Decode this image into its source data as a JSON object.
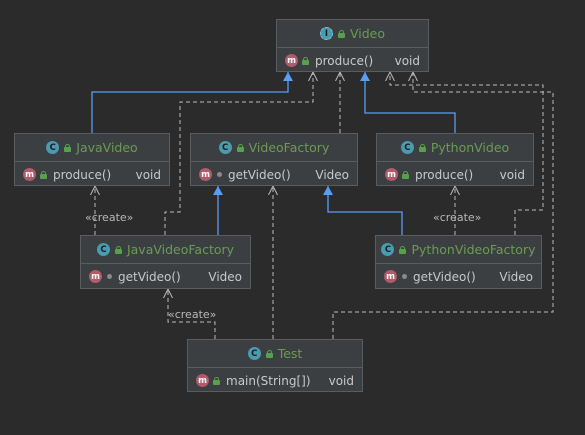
{
  "nodes": {
    "video": {
      "name": "Video",
      "kind": "interface",
      "method": "produce()",
      "return": "void"
    },
    "java_video": {
      "name": "JavaVideo",
      "kind": "class",
      "method": "produce()",
      "return": "void"
    },
    "video_factory": {
      "name": "VideoFactory",
      "kind": "abstract class",
      "method": "getVideo()",
      "return": "Video"
    },
    "python_video": {
      "name": "PythonVideo",
      "kind": "class",
      "method": "produce()",
      "return": "void"
    },
    "java_video_factory": {
      "name": "JavaVideoFactory",
      "kind": "class",
      "method": "getVideo()",
      "return": "Video"
    },
    "python_video_factory": {
      "name": "PythonVideoFactory",
      "kind": "class",
      "method": "getVideo()",
      "return": "Video"
    },
    "test": {
      "name": "Test",
      "kind": "class",
      "method": "main(String[])",
      "return": "void"
    }
  },
  "labels": {
    "create_java": "«create»",
    "create_python": "«create»",
    "create_test": "«create»"
  },
  "badges": {
    "class": "C",
    "interface": "I",
    "method": "m"
  },
  "colors": {
    "background": "#2b2b2b",
    "node_fill": "#3c3f41",
    "title": "#6a9b55",
    "inheritance": "#589df6",
    "dependency": "#bbbbbb"
  }
}
